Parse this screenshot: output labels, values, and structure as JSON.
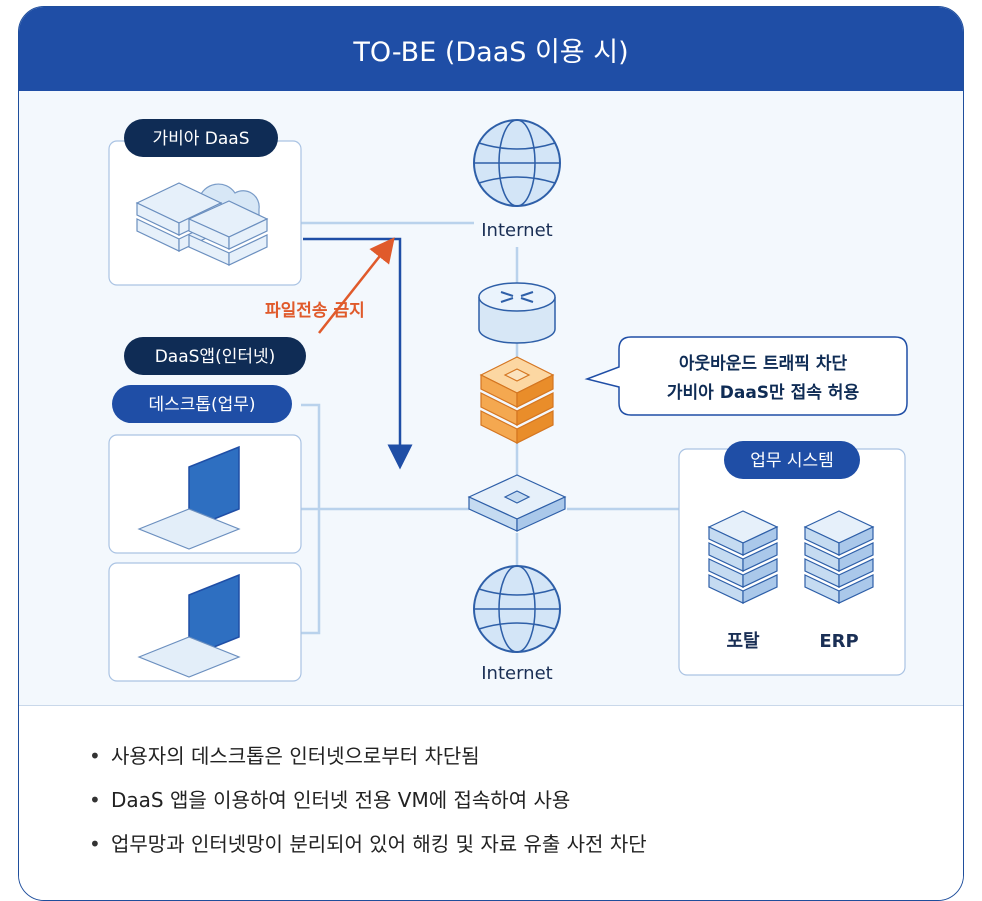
{
  "title": "TO-BE  (DaaS 이용 시)",
  "daas_box_label": "가비아 DaaS",
  "daas_app_label": "DaaS앱(인터넷)",
  "desktop_label": "데스크톱(업무)",
  "file_transfer_block": "파일전송 금지",
  "internet_top": "Internet",
  "internet_bottom": "Internet",
  "bubble_line1": "아웃바운드 트래픽 차단",
  "bubble_line2": "가비아 DaaS만 접속 허용",
  "work_system_label": "업무 시스템",
  "portal_label": "포탈",
  "erp_label": "ERP",
  "bullets": [
    "사용자의 데스크톱은 인터넷으로부터 차단됨",
    "DaaS 앱을 이용하여 인터넷 전용 VM에 접속하여 사용",
    "업무망과 인터넷망이 분리되어 있어 해킹 및 자료 유출 사전 차단"
  ],
  "colors": {
    "header": "#1f4ea6",
    "dark_pill": "#0f2c55",
    "orange": "#e05a2b",
    "arrow_blue": "#1f4ea6"
  },
  "icons": [
    "cloud-server-icon",
    "globe-icon",
    "router-icon",
    "firewall-icon",
    "switch-icon",
    "laptop-icon",
    "server-stack-icon"
  ]
}
